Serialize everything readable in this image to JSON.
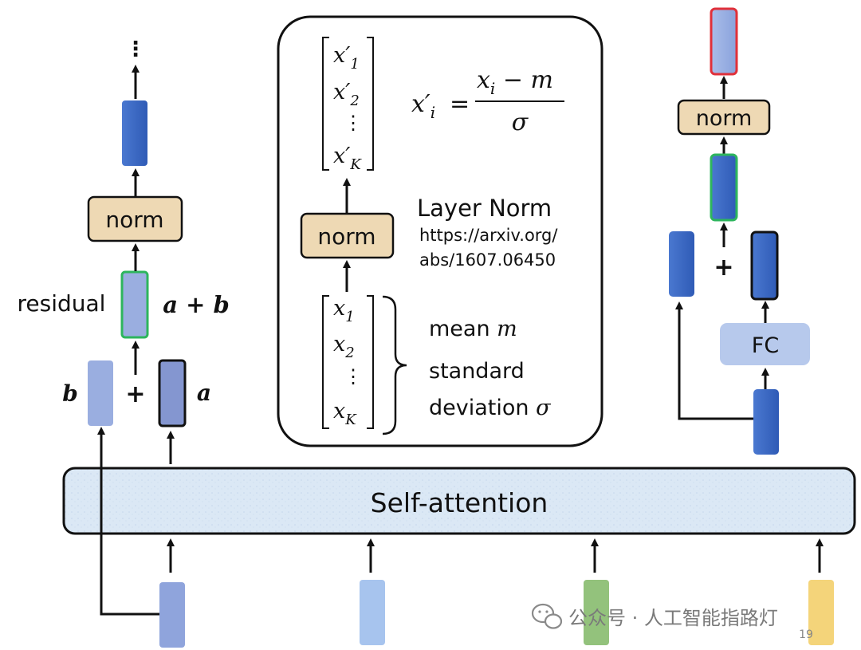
{
  "self_attention": {
    "label": "Self-attention"
  },
  "left": {
    "top_ellipsis": "⋮",
    "norm_label": "norm",
    "residual_label": "residual",
    "sum_label": "a + b",
    "b_label": "b",
    "a_label": "a",
    "plus": "+"
  },
  "center": {
    "out_vec": [
      "x′",
      "1",
      "x′",
      "2",
      "⋮",
      "x′",
      "K"
    ],
    "formula": {
      "lhs": "x′",
      "lhs_sub": "i",
      "eq": "=",
      "num_x": "x",
      "num_sub": "i",
      "num_rest": " − m",
      "den": "σ"
    },
    "norm_label": "norm",
    "layer_norm_title": "Layer Norm",
    "link_line1": "https://arxiv.org/",
    "link_line2": "abs/1607.06450",
    "in_vec": [
      "x",
      "1",
      "x",
      "2",
      "⋮",
      "x",
      "K"
    ],
    "mean_label": "mean ",
    "mean_sym": "m",
    "std_line1": "standard",
    "std_line2": "deviation ",
    "std_sym": "σ"
  },
  "right": {
    "norm_label": "norm",
    "plus": "+",
    "fc_label": "FC"
  },
  "footer": {
    "watermark": "公众号 · 人工智能指路灯",
    "page_number": "19"
  },
  "colors": {
    "norm_fill": "#eed9b4",
    "self_attention_fill": "#dce9f5",
    "dark_blue": "#3a66c4",
    "light_blue": "#9db2e4",
    "green_border": "#2db55d",
    "red_border": "#e0303a",
    "fc_fill": "#b7c9ec"
  }
}
